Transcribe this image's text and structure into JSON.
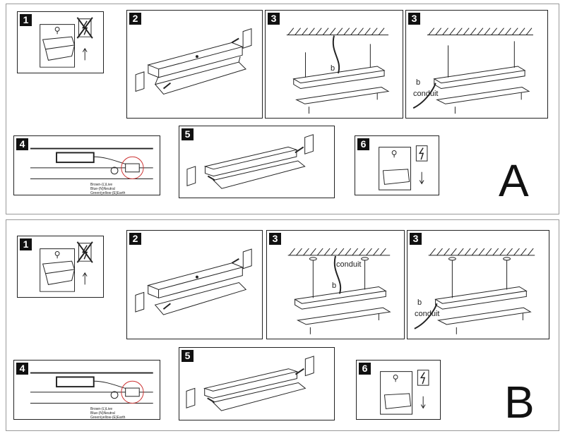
{
  "sections": [
    {
      "letter": "A",
      "steps": [
        "1",
        "2",
        "3",
        "3",
        "4",
        "5",
        "6"
      ],
      "labels": {
        "b1": "b",
        "b2": "b",
        "conduit": "conduit"
      }
    },
    {
      "letter": "B",
      "steps": [
        "1",
        "2",
        "3",
        "3",
        "4",
        "5",
        "6"
      ],
      "labels": {
        "b1": "b",
        "b2": "b",
        "conduit1": "conduit",
        "conduit2": "conduit"
      }
    }
  ],
  "wiring": [
    "Brown-(L)Live",
    "Blue-(N)Neutral",
    "Green/yellow-(E)Earth"
  ]
}
